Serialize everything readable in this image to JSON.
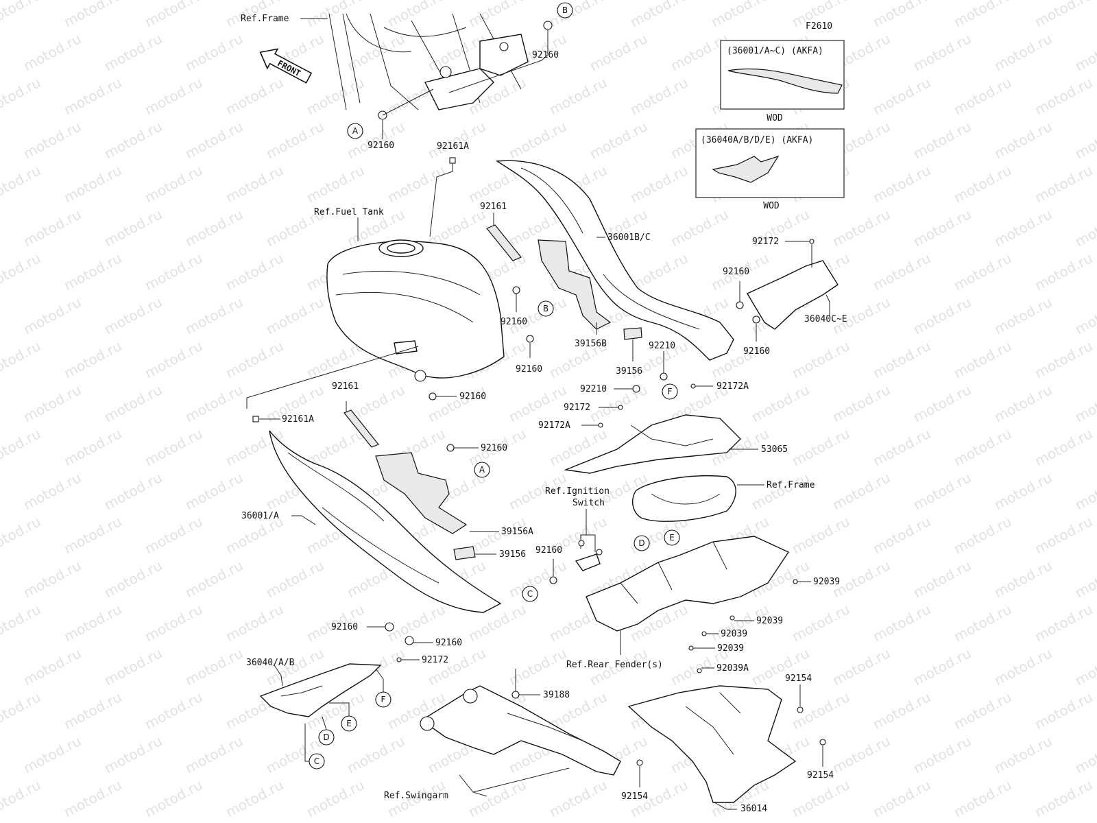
{
  "figure_code": "F2610",
  "watermark_text": "motod.ru",
  "front_arrow_label": "FRONT",
  "insets": [
    {
      "label": "(36001/A~C) (AKFA)",
      "caption": "WOD"
    },
    {
      "label": "(36040A/B/D/E) (AKFA)",
      "caption": "WOD"
    }
  ],
  "references": {
    "frame_top": "Ref.Frame",
    "fuel_tank": "Ref.Fuel Tank",
    "frame_mid": "Ref.Frame",
    "ignition_line1": "Ref.Ignition",
    "ignition_line2": "Switch",
    "rear_fender": "Ref.Rear Fender(s)",
    "swingarm": "Ref.Swingarm"
  },
  "callouts": {
    "p92160_top": "92160",
    "p92160_a": "92160",
    "p92161A_top": "92161A",
    "p92161_top": "92161",
    "p36001BC": "36001B/C",
    "p92172_right": "92172",
    "p92160_r1": "92160",
    "p36040CE": "36040C~E",
    "p92160_r2": "92160",
    "p92160_t1": "92160",
    "p39156B": "39156B",
    "p92210_a": "92210",
    "p92160_t2": "92160",
    "p39156_a": "39156",
    "p92160_t3": "92160",
    "p92210_b": "92210",
    "p92172A_a": "92172A",
    "p92172_mid": "92172",
    "p92172A_b": "92172A",
    "p92161A_left": "92161A",
    "p92161_left": "92161",
    "p92160_m1": "92160",
    "p53065": "53065",
    "p36001A": "36001/A",
    "p39156A": "39156A",
    "p92160_ign": "92160",
    "p39156_b": "39156",
    "p92039_a": "92039",
    "p92039_b": "92039",
    "p92039_c": "92039",
    "p92039_d": "92039",
    "p92160_l1": "92160",
    "p92160_l2": "92160",
    "p36040AB": "36040/A/B",
    "p92172_low": "92172",
    "p92039A": "92039A",
    "p92154_a": "92154",
    "p39188": "39188",
    "p92154_b": "92154",
    "p92154_c": "92154",
    "p36014": "36014"
  },
  "markers": {
    "B_top": "B",
    "A_top": "A",
    "B_mid": "B",
    "F_mid": "F",
    "A_mid": "A",
    "D_mid": "D",
    "E_mid": "E",
    "C_mid": "C",
    "F_low": "F",
    "E_low": "E",
    "D_low": "D",
    "C_low": "C"
  }
}
